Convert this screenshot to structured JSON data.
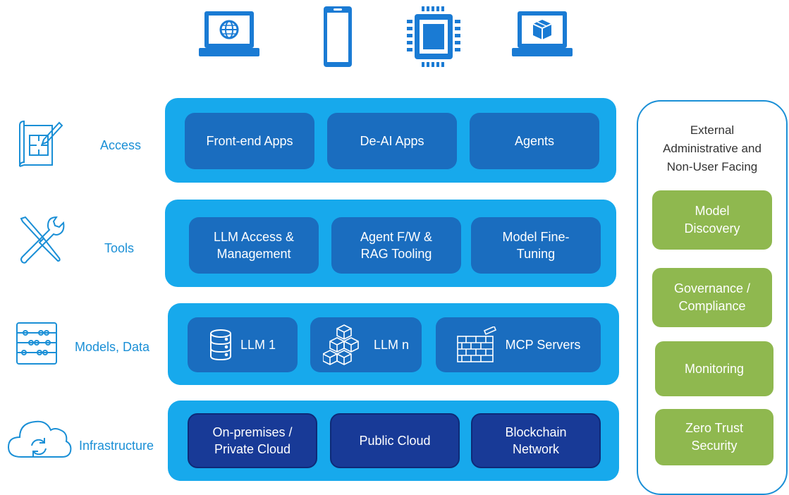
{
  "colors": {
    "band": "#17a9ec",
    "box": "#1a6dbf",
    "box_dark": "#183a97",
    "accent_text": "#1a8fd6",
    "green": "#8fb84f",
    "device_blue": "#1a7bd4"
  },
  "devices": [
    "laptop-globe-icon",
    "smartphone-icon",
    "chip-icon",
    "laptop-package-icon"
  ],
  "layers": [
    {
      "label": "Access",
      "icon": "blueprint-pencil-icon",
      "boxes": [
        "Front-end Apps",
        "De-AI Apps",
        "Agents"
      ]
    },
    {
      "label": "Tools",
      "icon": "wrench-screwdriver-icon",
      "boxes": [
        "LLM Access &\nManagement",
        "Agent F/W &\nRAG Tooling",
        "Model Fine-\nTuning"
      ]
    },
    {
      "label": "Models, Data",
      "icon": "abacus-icon",
      "boxes": [
        {
          "text": "LLM 1",
          "icon": "database-icon"
        },
        {
          "text": "LLM n",
          "icon": "cubes-icon"
        },
        {
          "text": "MCP Servers",
          "icon": "firewall-icon"
        }
      ]
    },
    {
      "label": "Infrastructure",
      "icon": "cloud-sync-icon",
      "boxes": [
        "On-premises /\nPrivate Cloud",
        "Public Cloud",
        "Blockchain\nNetwork"
      ]
    }
  ],
  "external": {
    "title": "External\nAdministrative and\nNon-User Facing",
    "items": [
      "Model\nDiscovery",
      "Governance /\nCompliance",
      "Monitoring",
      "Zero Trust\nSecurity"
    ]
  }
}
